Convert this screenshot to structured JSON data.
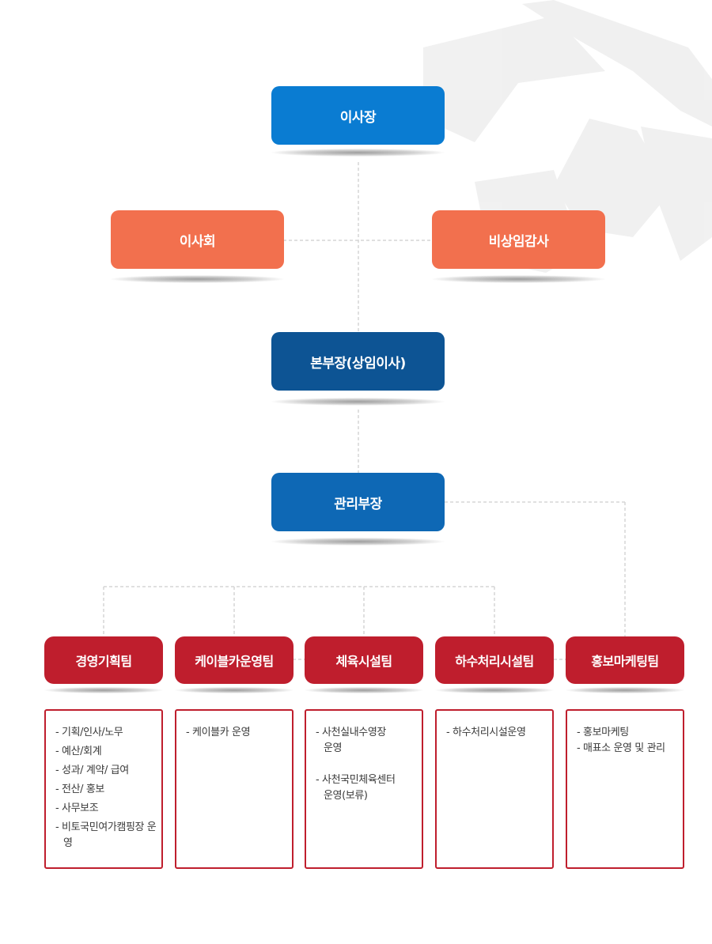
{
  "org": {
    "ceo": "이사장",
    "board": "이사회",
    "auditor": "비상임감사",
    "hq_head": "본부장(상임이사)",
    "admin_head": "관리부장",
    "teams": [
      {
        "name": "경영기획팀",
        "duties": [
          "기획/인사/노무",
          "예산/회계",
          "성과/ 계약/ 급여",
          "전산/ 홍보",
          "사무보조",
          "비토국민여가캠핑장 운영"
        ]
      },
      {
        "name": "케이블카운영팀",
        "duties": [
          "케이블카 운영"
        ]
      },
      {
        "name": "체육시설팀",
        "duties": [
          "사천실내수영장 운영",
          "사천국민체육센터 운영(보류)"
        ]
      },
      {
        "name": "하수처리시설팀",
        "duties": [
          "하수처리시설운영"
        ]
      },
      {
        "name": "홍보마케팅팀",
        "duties": [
          "홍보마케팅",
          "매표소 운영 및 관리"
        ]
      }
    ]
  },
  "colors": {
    "ceo": "#0a7cd2",
    "hq_head": "#0d5494",
    "admin_head": "#0e68b5",
    "board": "#f2704e",
    "team": "#bf1e2d",
    "connector": "#d6d6d6"
  }
}
